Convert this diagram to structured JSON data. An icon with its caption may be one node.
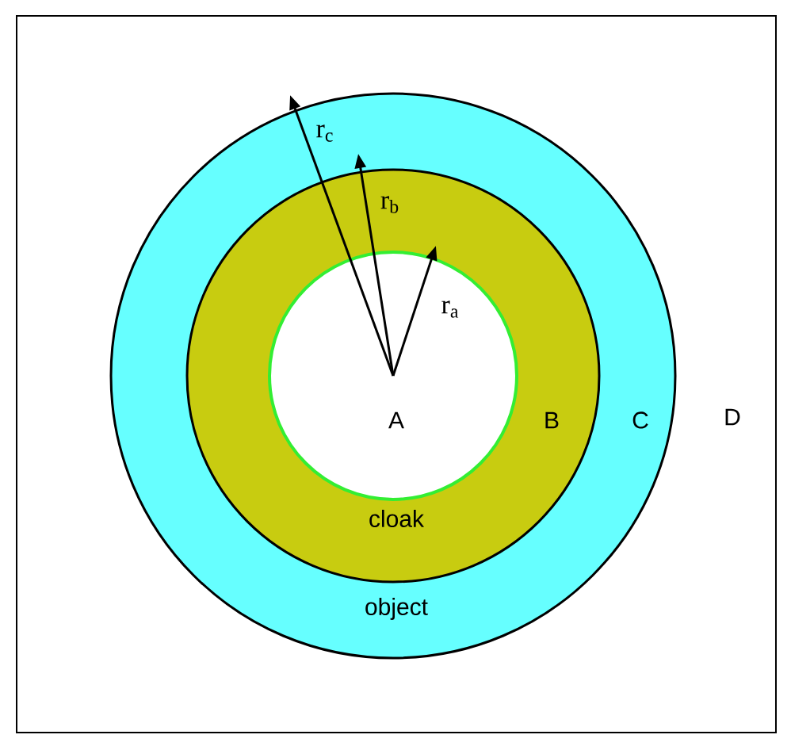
{
  "diagram": {
    "nodes": [
      {
        "text": [
          "D"
        ]
      },
      {
        "text": [
          "C",
          "object"
        ],
        "in": 0
      },
      {
        "text": [
          "B",
          "cloak"
        ],
        "in": 1
      },
      {
        "text": [
          "A"
        ],
        "in": 2
      }
    ],
    "labels": [
      "r$_{c}$",
      "r$_{b}$",
      "r$_{a}$"
    ]
  }
}
